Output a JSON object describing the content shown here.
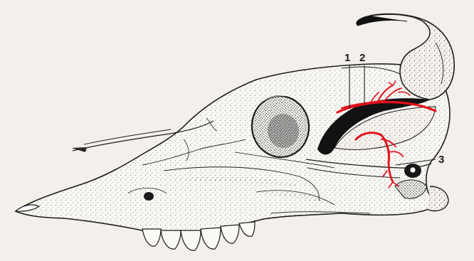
{
  "figure": {
    "subject": "skull-lateral-view",
    "callouts": [
      {
        "id": "1",
        "label": "1"
      },
      {
        "id": "2",
        "label": "2"
      },
      {
        "id": "3",
        "label": "3"
      }
    ],
    "colors": {
      "background": "#f3f0eb",
      "outline": "#1c1c1c",
      "stipple": "#4a4a4a",
      "vessels": "#e3101b"
    }
  }
}
